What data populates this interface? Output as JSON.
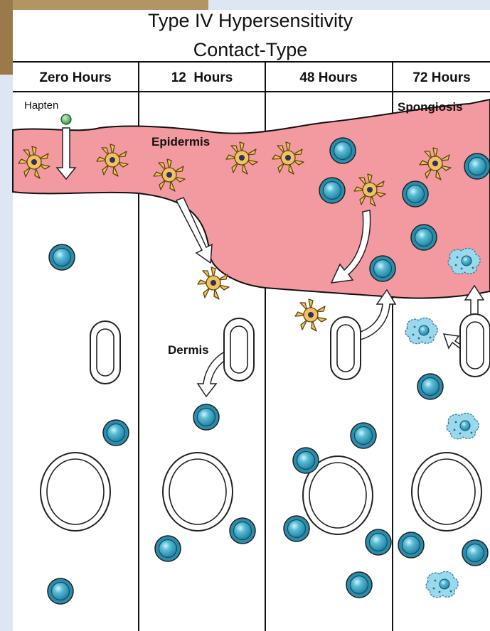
{
  "title_line1": "Type IV Hypersensitivity",
  "title_line2": "Contact-Type",
  "columns": [
    "Zero Hours",
    "12  Hours",
    "48 Hours",
    "72 Hours"
  ],
  "labels": {
    "hapten": "Hapten",
    "spongiosis": "Spongiosis",
    "epidermis": "Epidermis",
    "dermis": "Dermis"
  },
  "colors": {
    "background": "#dde7f4",
    "panel": "#ffffff",
    "epidermis": "#f39aa0",
    "langerhans": "#f3c35a",
    "lymphocyte": "#3aa6c2",
    "macrophage": "#9ad8ee",
    "hapten": "#3aa84a"
  },
  "icons": [
    "hapten-molecule-icon",
    "langerhans-cell-icon",
    "lymphocyte-icon",
    "macrophage-icon",
    "blood-vessel-icon",
    "migration-arrow-icon"
  ]
}
